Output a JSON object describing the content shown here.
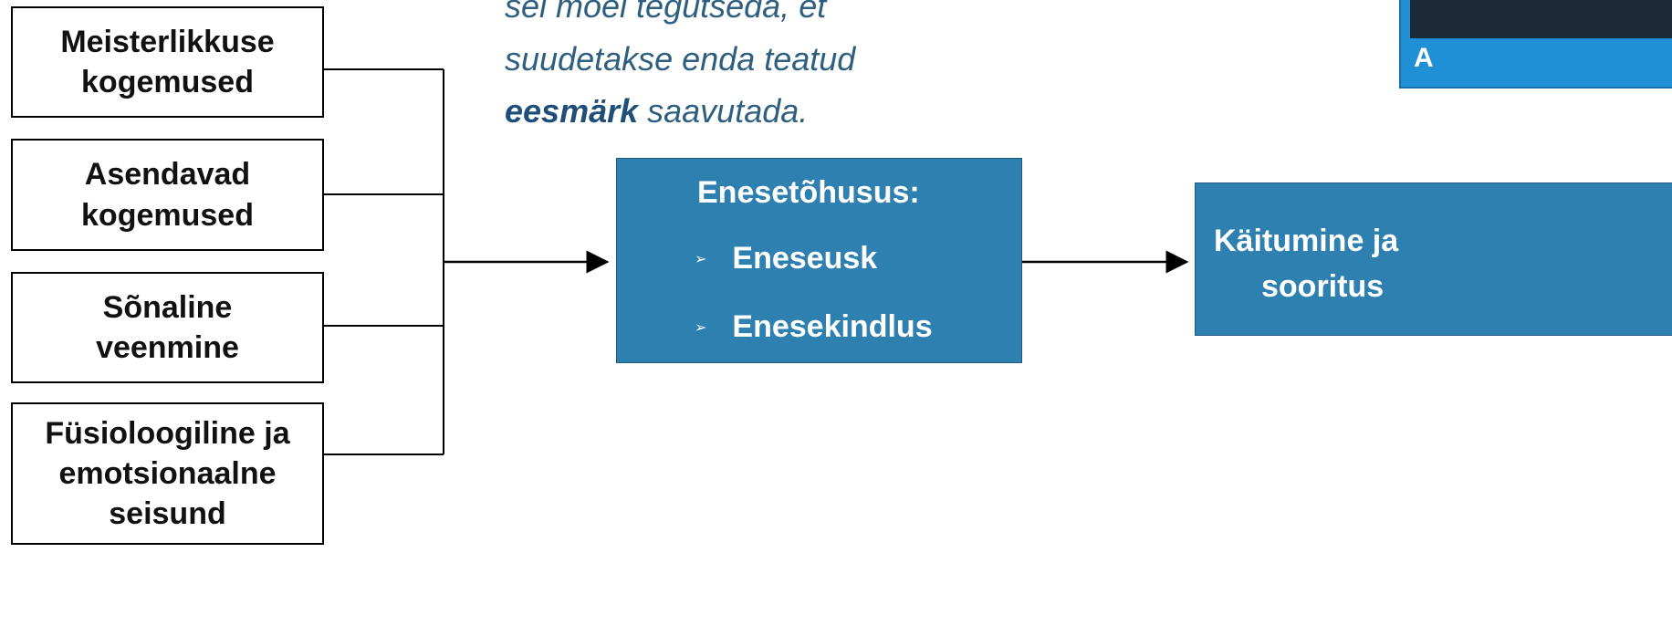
{
  "quote": {
    "line1": "sel moel tegutseda, et",
    "line2": "suudetakse enda teatud",
    "emph": "eesmärk",
    "line3_rest": " saavutada."
  },
  "sources": [
    {
      "label": "Meisterlikkuse\nkogemused"
    },
    {
      "label": "Asendavad\nkogemused"
    },
    {
      "label": "Sõnaline\nveenmine"
    },
    {
      "label": "Füsioloogiline ja\nemotsionaalne\nseisund"
    }
  ],
  "center": {
    "title": "Enesetõhusus:",
    "bullet": "➢",
    "items": [
      "Eneseusk",
      "Enesekindlus"
    ]
  },
  "result": {
    "line1": "Käitumine ja",
    "line2": "sooritus"
  },
  "corner_badge": {
    "letter": "A"
  },
  "colors": {
    "box_fill": "#2e80b0",
    "quote_text": "#2f5f7f",
    "emph_text": "#1f4e79",
    "badge_fill": "#1f8fd6"
  }
}
